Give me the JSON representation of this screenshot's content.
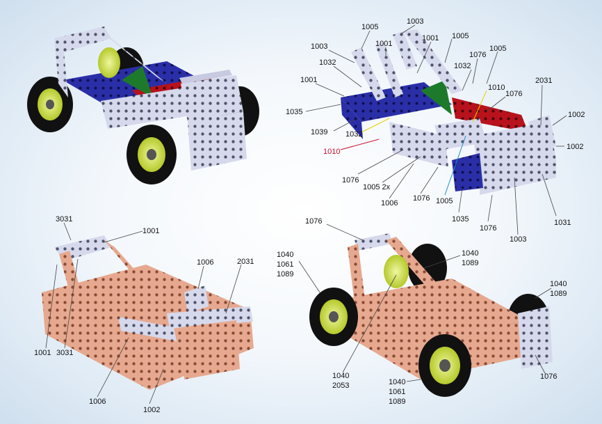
{
  "background": "light-blue-vignette",
  "colors": {
    "metal_part": "#d6d9ec",
    "blue_part": "#2a2fa8",
    "red_part": "#b8121c",
    "green_part": "#1d7a2a",
    "tan_part": "#e6a98f",
    "tire": "#111111",
    "hub": "#c8dc3c",
    "label_red": "#c8102e",
    "leader_blue": "#1e8fc8",
    "leader_yellow": "#e8d000"
  },
  "labels": {
    "tr": {
      "l1003a": "1003",
      "l1005a": "1005",
      "l1001a": "1001",
      "l1005b": "1005",
      "l1003b": "1003",
      "l1076a": "1076",
      "l1005c": "1005",
      "l1032a": "1032",
      "l1032b": "1032",
      "l1001b": "1001",
      "l1010a": "1010",
      "l1076b": "1076",
      "l2031": "2031",
      "l1035a": "1035",
      "l1002a": "1002",
      "l1039": "1039",
      "l1032c": "1032",
      "l1002b": "1002",
      "l1010b": "1010",
      "l1076c": "1076",
      "l1005_2x": "1005 2x",
      "l1006": "1006",
      "l1076d": "1076",
      "l1005d": "1005",
      "l1035b": "1035",
      "l1076e": "1076",
      "l1003c": "1003",
      "l1031": "1031"
    },
    "bl": {
      "l3031a": "3031",
      "l1001a": "1001",
      "l1006a": "1006",
      "l2031": "2031",
      "l1001b": "1001",
      "l3031b": "3031",
      "l1006b": "1006",
      "l1002": "1002"
    },
    "br": {
      "l1076a": "1076",
      "l1040a": "1040",
      "l1061a": "1061",
      "l1089a": "1089",
      "l1040b": "1040",
      "l1089b": "1089",
      "l1040c": "1040",
      "l1089c": "1089",
      "l1040d": "1040",
      "l2053": "2053",
      "l1040e": "1040",
      "l1061b": "1061",
      "l1089d": "1089",
      "l1076b": "1076"
    }
  }
}
